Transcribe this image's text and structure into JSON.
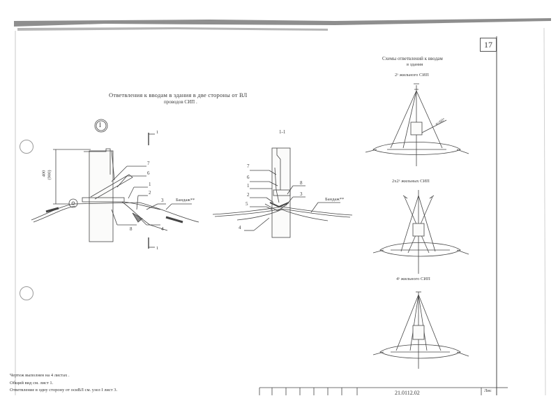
{
  "sheet_number": "17",
  "title": "Ответвления к вводам в здания в две стороны от ВЛ",
  "subtitle": "проводов СИП .",
  "node_marker": "I",
  "section_marker": "1",
  "section_title": "1-1",
  "dimension": {
    "main": "400",
    "alt": "(900)"
  },
  "labels_left": [
    "7",
    "6",
    "1",
    "2",
    "3",
    "8",
    "4"
  ],
  "labels_middle": [
    "7",
    "6",
    "1",
    "2",
    "5",
    "8",
    "3",
    "4"
  ],
  "bandage": "Бандаж**",
  "schemes": {
    "title": "Схемы ответвлений к вводам",
    "subtitle": "в здания",
    "items": [
      {
        "label": "2ˣ жильного СИП"
      },
      {
        "label": "2х2ˣ жильных СИП"
      },
      {
        "label": "4ˣ жильного СИП"
      }
    ],
    "angle_note": "α≤60°"
  },
  "notes": [
    "Чертеж выполнен на 4 листах .",
    "Общий вид см. лист 1.",
    "Ответвление в одну сторону от осиВЛ см. узел I лист 3."
  ],
  "stamp_code": "21.0112.02",
  "stamp_sheet_label": "Лис"
}
